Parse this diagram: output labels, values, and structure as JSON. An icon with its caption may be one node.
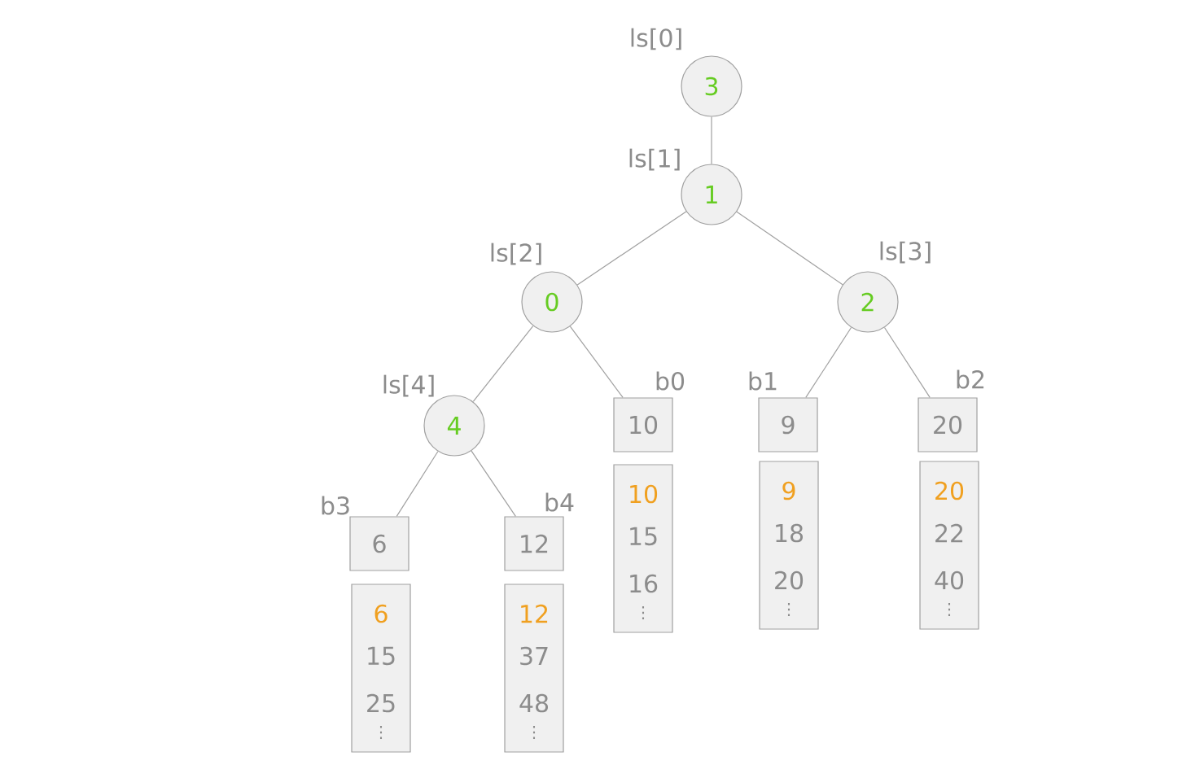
{
  "diagram": {
    "nodes": [
      {
        "text": [
          "3"
        ],
        "beside": [
          "ls[0]"
        ]
      },
      {
        "text": [
          "1"
        ],
        "beside": [
          "ls[1]"
        ]
      },
      {
        "text": [
          "0"
        ],
        "beside": [
          "ls[2]"
        ]
      },
      {
        "text": [
          "2"
        ],
        "beside": [
          "ls[3]"
        ]
      },
      {
        "text": [
          "4"
        ],
        "beside": [
          "ls[4]"
        ]
      },
      {
        "text": [
          "10"
        ],
        "beside": [
          "b0"
        ]
      },
      {
        "text": [
          "9"
        ],
        "beside": [
          "b1"
        ]
      },
      {
        "text": [
          "20"
        ],
        "beside": [
          "b2"
        ]
      },
      {
        "text": [
          "6"
        ],
        "beside": [
          "b3"
        ]
      },
      {
        "text": [
          "12"
        ],
        "beside": [
          "b4"
        ]
      },
      {
        "text": [
          "10",
          "15",
          "16",
          "⋮"
        ]
      },
      {
        "text": [
          "9",
          "18",
          "20",
          "⋮"
        ]
      },
      {
        "text": [
          "20",
          "22",
          "40",
          "⋮"
        ]
      },
      {
        "text": [
          "6",
          "15",
          "25",
          "⋮"
        ]
      },
      {
        "text": [
          "12",
          "37",
          "48",
          "⋮"
        ]
      }
    ],
    "edges": [
      {
        "from": 0,
        "to": 1,
        "arrow": "none"
      },
      {
        "from": 1,
        "to": 2,
        "arrow": "none"
      },
      {
        "from": 1,
        "to": 3,
        "arrow": "none"
      },
      {
        "from": 2,
        "to": 4,
        "arrow": "none"
      },
      {
        "from": 2,
        "to": 5,
        "arrow": "none"
      },
      {
        "from": 3,
        "to": 6,
        "arrow": "none"
      },
      {
        "from": 3,
        "to": 7,
        "arrow": "none"
      },
      {
        "from": 4,
        "to": 8,
        "arrow": "none"
      },
      {
        "from": 4,
        "to": 9,
        "arrow": "none"
      }
    ]
  }
}
